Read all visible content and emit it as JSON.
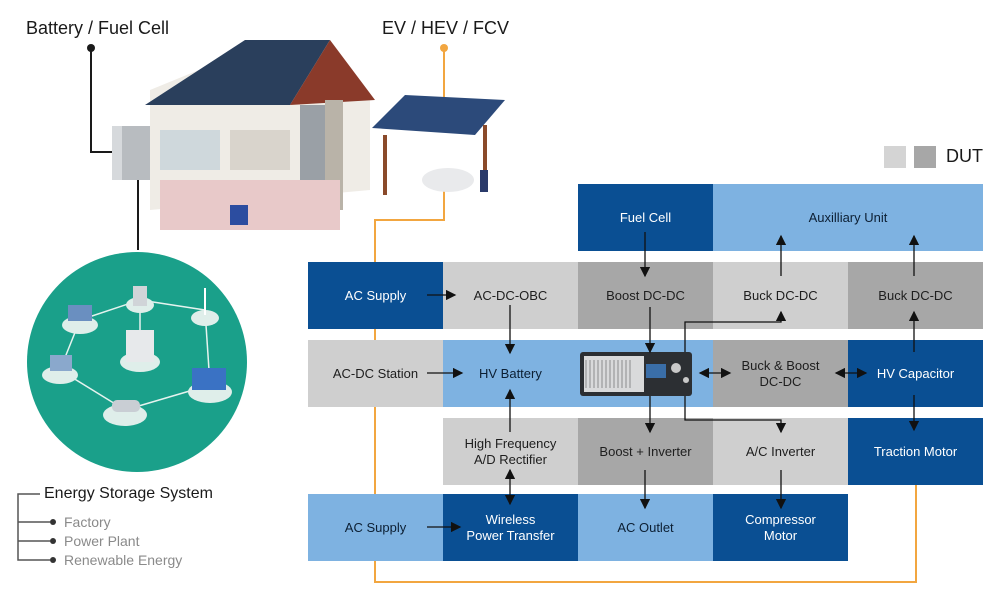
{
  "labels": {
    "battery_fuel_cell": "Battery / Fuel Cell",
    "ev_hev_fcv": "EV / HEV / FCV"
  },
  "legend": {
    "label": "DUT",
    "colors": [
      "#d4d4d4",
      "#a7a7a7"
    ]
  },
  "blocks": {
    "fuel_cell": "Fuel Cell",
    "auxiliary_unit": "Auxilliary Unit",
    "ac_supply_top": "AC Supply",
    "ac_dc_obc": "AC-DC-OBC",
    "boost_dc_dc": "Boost DC-DC",
    "buck_dc_dc_1": "Buck DC-DC",
    "buck_dc_dc_2": "Buck DC-DC",
    "ac_dc_station": "AC-DC Station",
    "hv_battery": "HV Battery",
    "buck_boost_dc_dc": "Buck & Boost\nDC-DC",
    "hv_capacitor": "HV Capacitor",
    "hf_rectifier": "High Frequency\nA/D Rectifier",
    "boost_inverter": "Boost + Inverter",
    "ac_inverter": "A/C Inverter",
    "traction_motor": "Traction Motor",
    "ac_supply_bottom": "AC Supply",
    "wireless_power": "Wireless\nPower Transfer",
    "ac_outlet": "AC Outlet",
    "compressor_motor": "Compressor\nMotor"
  },
  "ess": {
    "title": "Energy Storage System",
    "items": [
      "Factory",
      "Power Plant",
      "Renewable Energy"
    ]
  },
  "colors": {
    "dark_blue": "#0a4f93",
    "light_blue": "#7eb2e1",
    "light_gray": "#cfcfcf",
    "dark_gray": "#a7a7a7",
    "orange_line": "#f2a640",
    "teal_circle": "#1aa08a"
  }
}
